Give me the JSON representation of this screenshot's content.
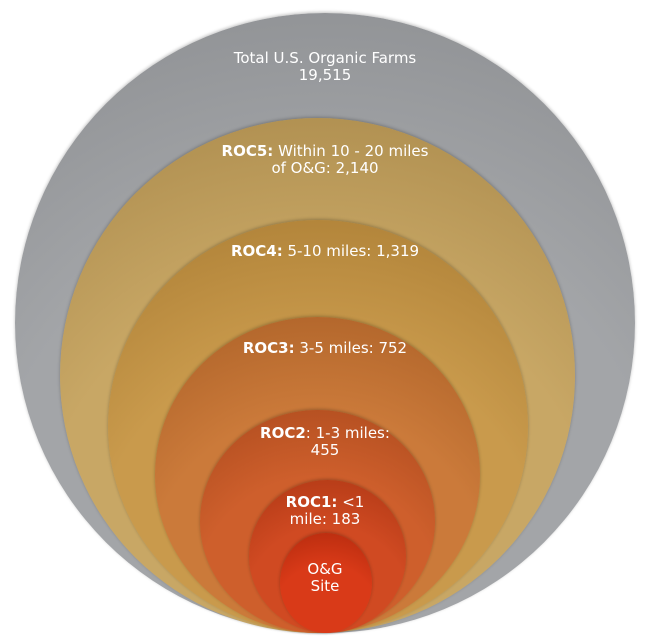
{
  "rings": [
    {
      "key": "total",
      "line1": "Total U.S. Organic Farms",
      "line2": "19,515",
      "color": "#a3a5a8",
      "edge": "#8b8d90"
    },
    {
      "key": "roc5",
      "name": "ROC5:",
      "line1": " Within 10 - 20 miles",
      "line2": "of O&G: 2,140",
      "color": "#c8a765",
      "edge": "#a8884a"
    },
    {
      "key": "roc4",
      "name": "ROC4:",
      "line1": " 5-10 miles: 1,319",
      "line2": "",
      "color": "#c99a4c",
      "edge": "#a97c33"
    },
    {
      "key": "roc3",
      "name": "ROC3:",
      "line1": " 3-5 miles: 752",
      "line2": "",
      "color": "#cb7a3a",
      "edge": "#a95f26"
    },
    {
      "key": "roc2",
      "name": "ROC2",
      "line1": ": 1-3 miles:",
      "line2": "455",
      "color": "#ce5f2c",
      "edge": "#ab4a1d"
    },
    {
      "key": "roc1",
      "name": "ROC1:",
      "line1": " <1",
      "line2": "mile: 183",
      "color": "#d04a22",
      "edge": "#ad3714"
    },
    {
      "key": "site",
      "line1": "O&G",
      "line2": "Site",
      "color": "#d93a18",
      "edge": "#b32a0d"
    }
  ]
}
